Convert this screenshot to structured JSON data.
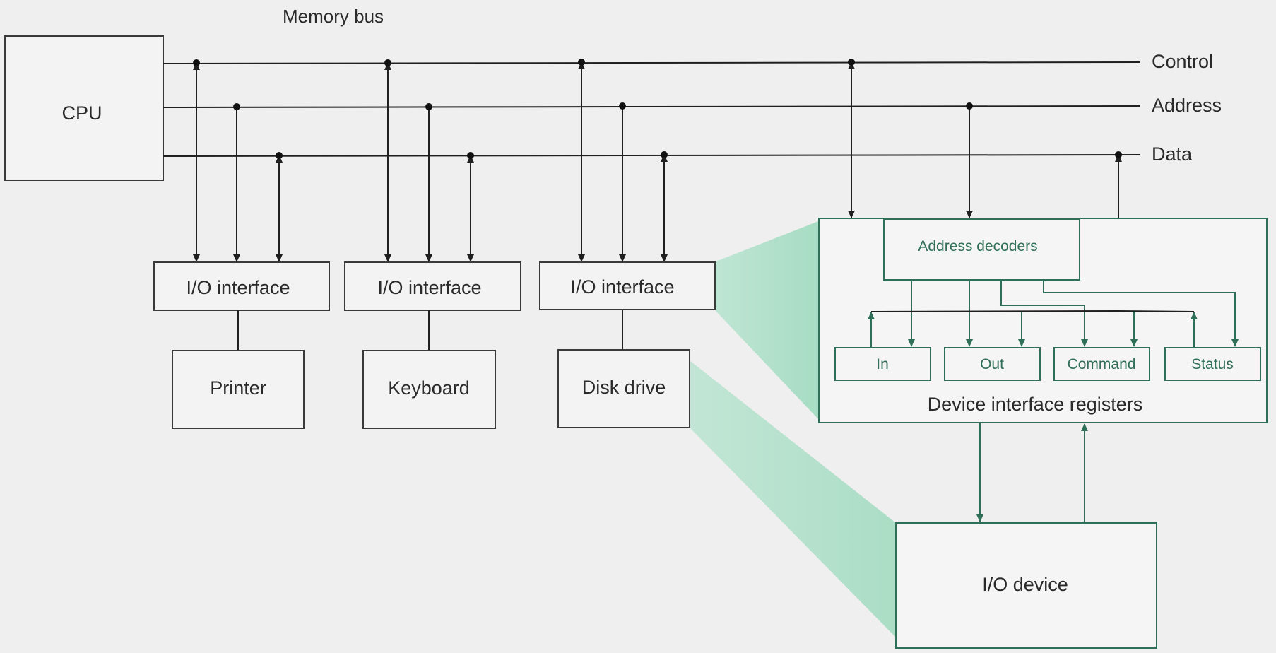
{
  "title": "Memory bus",
  "bus_lines": [
    "Control",
    "Address",
    "Data"
  ],
  "cpu_label": "CPU",
  "interfaces": [
    {
      "label": "I/O interface",
      "device": "Printer"
    },
    {
      "label": "I/O interface",
      "device": "Keyboard"
    },
    {
      "label": "I/O interface",
      "device": "Disk drive"
    }
  ],
  "detail": {
    "decoder": "Address decoders",
    "registers": [
      "In",
      "Out",
      "Command",
      "Status"
    ],
    "caption": "Device interface registers",
    "device": "I/O device"
  },
  "colors": {
    "line": "#1f1f1f",
    "accent": "#2f6e57",
    "highlight": "#9fdcbf",
    "background": "#efefef"
  }
}
